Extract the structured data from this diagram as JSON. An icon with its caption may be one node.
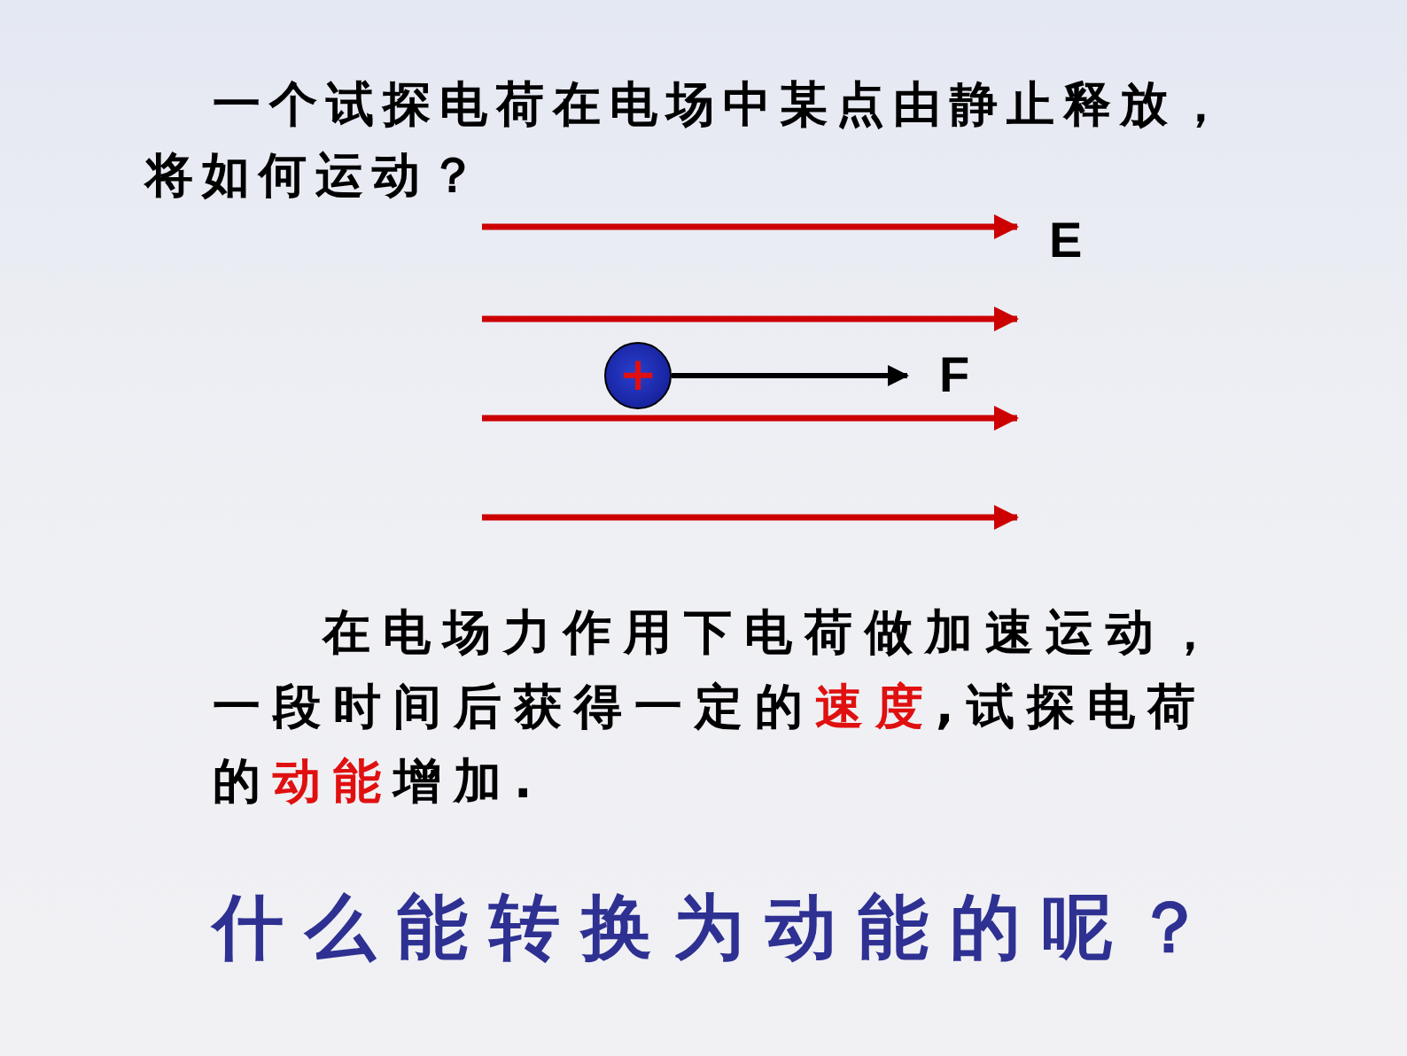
{
  "diagram": {
    "nodes": [
      {
        "text": [
          "+"
        ]
      },
      {
        "text": [
          "F"
        ]
      }
    ],
    "edges": [
      {
        "from": 0,
        "to": 1,
        "arrow": "to"
      }
    ],
    "labels": [
      "一个试探电荷在电场中某点由静止释放，将如何运动？",
      "E",
      "在电场力作用下电荷做加速运动，一段时间后获得一定的**速度**,试探电荷的**动能**增加.",
      "什么能转换为动能的呢？"
    ]
  }
}
